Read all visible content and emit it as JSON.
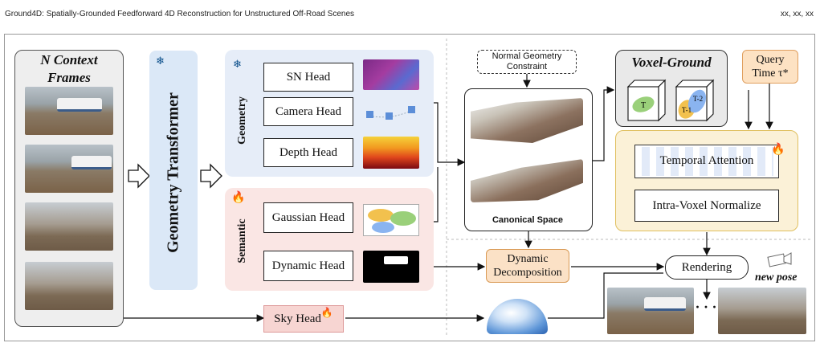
{
  "header": {
    "title": "Ground4D: Spatially-Grounded Feedforward 4D Reconstruction for Unstructured Off-Road Scenes",
    "right": "xx, xx, xx"
  },
  "context": {
    "line1": "N Context",
    "line2": "Frames"
  },
  "transformer": {
    "label": "Geometry Transformer"
  },
  "geometry": {
    "section_label": "Geometry",
    "heads": [
      "SN Head",
      "Camera Head",
      "Depth Head"
    ]
  },
  "semantic": {
    "section_label": "Semantic",
    "heads": [
      "Gaussian Head",
      "Dynamic Head"
    ]
  },
  "sky_head": "Sky Head",
  "constraint": {
    "line1": "Normal Geometry",
    "line2": "Constraint"
  },
  "canonical": "Canonical Space",
  "voxel_ground": "Voxel-Ground",
  "voxel_tokens": [
    "T",
    "T-1",
    "T-2"
  ],
  "query": {
    "line1": "Query",
    "line2": "Time τ*"
  },
  "temporal_attention": "Temporal Attention",
  "intra_voxel": "Intra-Voxel Normalize",
  "dynamic_decomp": {
    "line1": "Dynamic",
    "line2": "Decomposition"
  },
  "rendering": "Rendering",
  "new_pose": "new pose",
  "ellipsis": "· · ·",
  "icons": {
    "frozen": "snowflake-icon",
    "trainable": "flame-icon",
    "camera": "camera-icon"
  },
  "colors": {
    "transformer_fill": "#dbe8f7",
    "geometry_fill": "#e6edf8",
    "semantic_fill": "#fae6e4",
    "sky_fill": "#f7d5d2",
    "temporal_fill": "#fbf1d7",
    "temporal_border": "#e0c060",
    "decomp_fill": "#fbe1c6",
    "query_fill": "#fde2c3",
    "voxel_fill": "#e9e9e9"
  }
}
